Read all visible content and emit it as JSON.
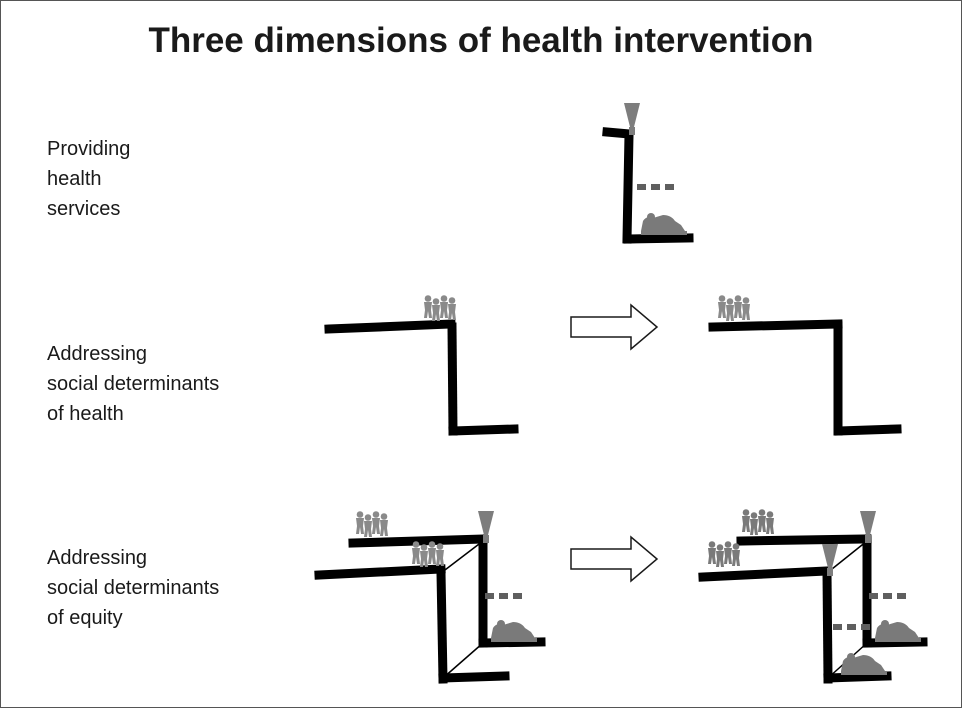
{
  "title": "Three dimensions of health intervention",
  "rows": [
    {
      "label_lines": [
        "Providing",
        "health",
        "services"
      ]
    },
    {
      "label_lines": [
        "Addressing",
        "social determinants",
        "of health"
      ]
    },
    {
      "label_lines": [
        "Addressing",
        "social determinants",
        "of equity"
      ]
    }
  ],
  "colors": {
    "line": "#000000",
    "people": "#8a8a8a",
    "people_dark": "#6c6c6c",
    "arrow_stroke": "#1a1a1a",
    "arrow_fill": "#ffffff"
  }
}
